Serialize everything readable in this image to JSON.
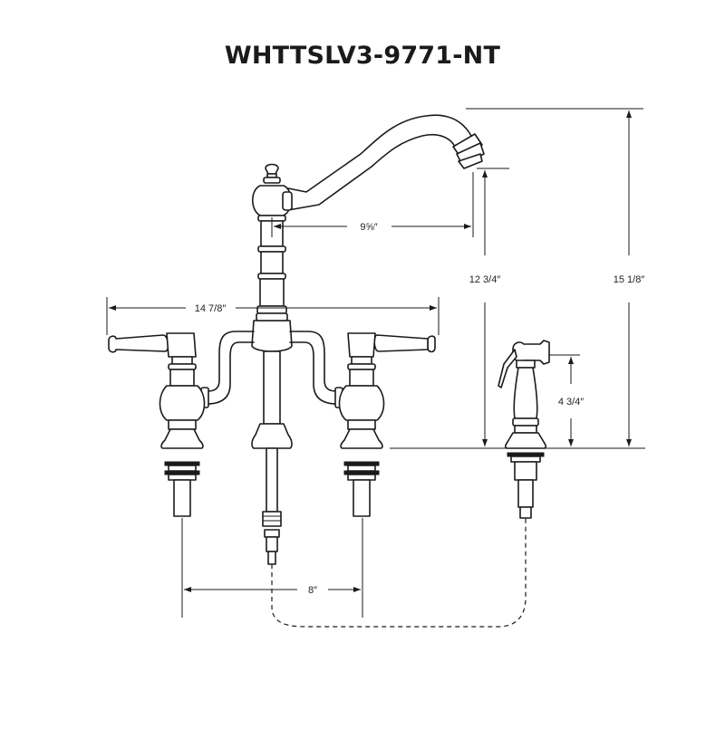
{
  "title": "WHTTSLV3-9771-NT",
  "dimensions": {
    "spout_reach": "9⅝″",
    "handle_span": "14 7/8″",
    "spout_height": "12 3/4″",
    "total_height": "15 1/8″",
    "sprayer_height": "4 3/4″",
    "center_spacing": "8″"
  },
  "colors": {
    "line": "#1a1a1a",
    "background": "#ffffff"
  }
}
